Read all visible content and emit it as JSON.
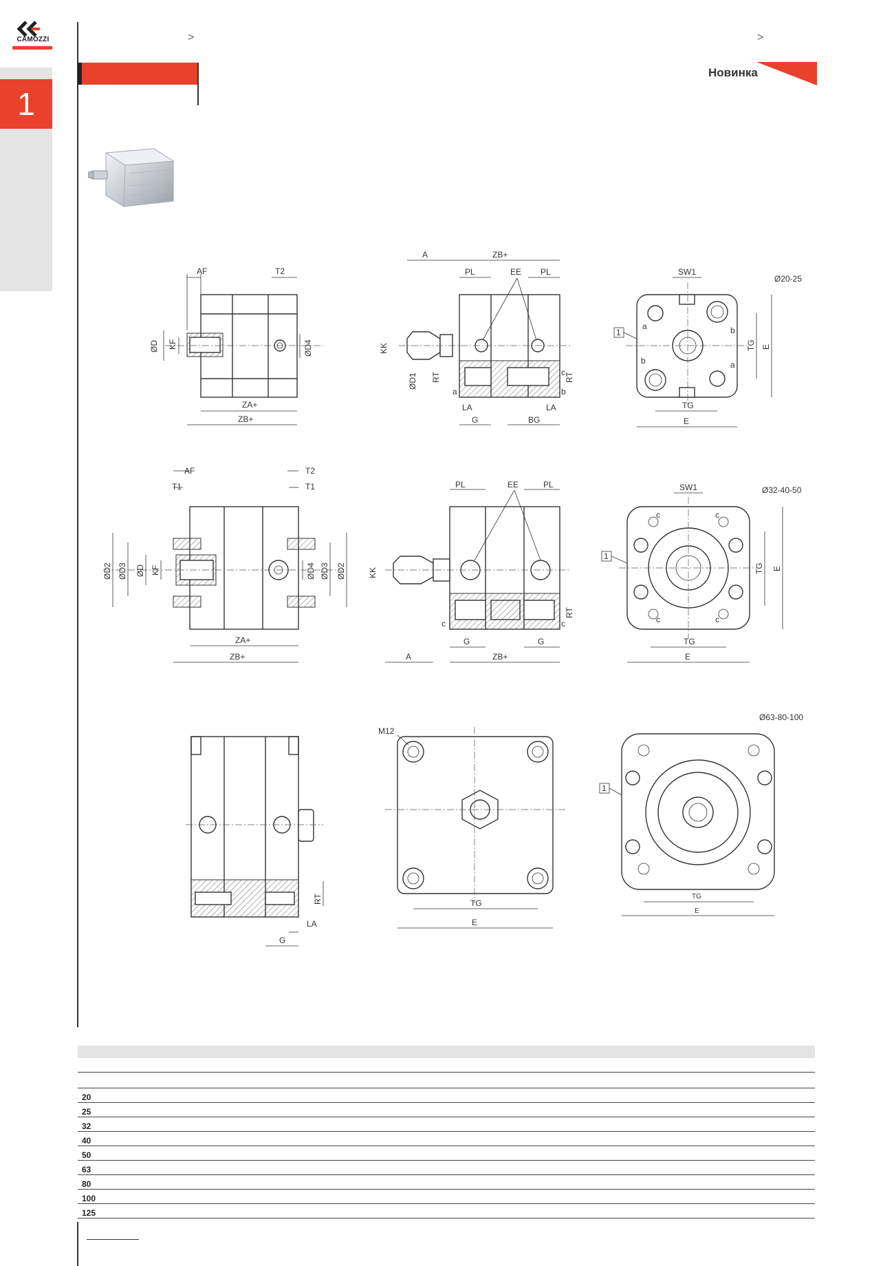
{
  "brand": {
    "name": "CAMOZZI",
    "accent": "#e8412c",
    "logo_icon": "camozzi-ck-logo-icon"
  },
  "chapter": {
    "number": "1"
  },
  "breadcrumbs": {
    "left_chevron": ">",
    "right_chevron": ">"
  },
  "badge": {
    "label": "Новинка"
  },
  "product_image": "compact-cylinder-photo",
  "drawings": {
    "row1": {
      "side_labels": [
        "AF",
        "T2",
        "ØD",
        "KF",
        "ØD4",
        "ZA+",
        "ZB+"
      ],
      "section_labels": [
        "A",
        "ZB+",
        "PL",
        "EE",
        "PL",
        "KK",
        "ØD1",
        "RT",
        "RT",
        "a",
        "b",
        "c",
        "LA",
        "LA",
        "G",
        "BG"
      ],
      "front_labels": [
        "SW1",
        "Ø20-25",
        "1",
        "a",
        "b",
        "b",
        "a",
        "TG",
        "E",
        "TG",
        "E"
      ]
    },
    "row2": {
      "side_labels": [
        "AF",
        "T2",
        "T1",
        "T1",
        "ØD2",
        "ØD3",
        "ØD",
        "KF",
        "ØD4",
        "ØD3",
        "ØD2",
        "ZA+",
        "ZB+"
      ],
      "section_labels": [
        "PL",
        "EE",
        "PL",
        "KK",
        "RT",
        "c",
        "c",
        "G",
        "G",
        "A",
        "ZB+"
      ],
      "front_labels": [
        "SW1",
        "Ø32-40-50",
        "1",
        "c",
        "c",
        "c",
        "c",
        "TG",
        "E",
        "TG",
        "E"
      ]
    },
    "row3": {
      "side_labels": [
        "RT",
        "LA",
        "G"
      ],
      "rear_labels": [
        "M12",
        "TG",
        "E"
      ],
      "front_labels": [
        "Ø63-80-100",
        "1",
        "TG",
        "E"
      ]
    }
  },
  "table": {
    "rows": [
      "20",
      "25",
      "32",
      "40",
      "50",
      "63",
      "80",
      "100",
      "125"
    ]
  }
}
